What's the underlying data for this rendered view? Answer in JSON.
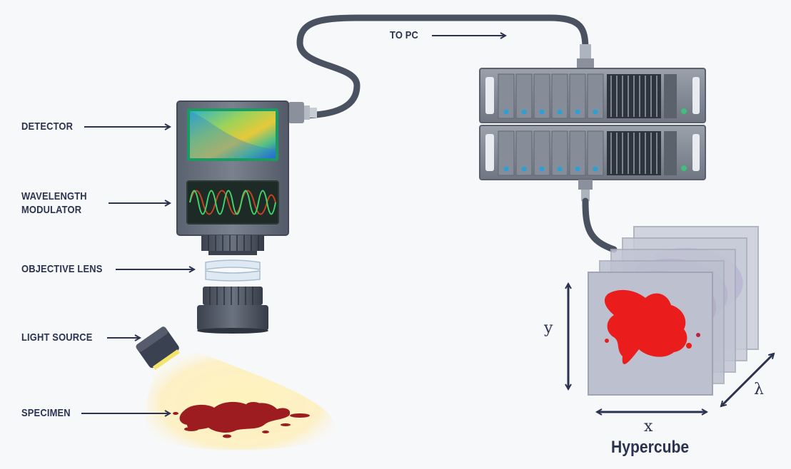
{
  "labels": {
    "detector": "DETECTOR",
    "wavelength_modulator_line1": "WAVELENGTH",
    "wavelength_modulator_line2": "MODULATOR",
    "objective_lens": "OBJECTIVE LENS",
    "light_source": "LIGHT SOURCE",
    "specimen": "SPECIMEN",
    "to_pc": "TO PC"
  },
  "hypercube": {
    "title": "Hypercube",
    "axis_x": "x",
    "axis_y": "y",
    "axis_lambda": "λ"
  },
  "colors": {
    "ink": "#2b3350",
    "cable": "#4a5160",
    "specimen_red": "#c81e24",
    "light_glow": "#fbe9a8"
  }
}
